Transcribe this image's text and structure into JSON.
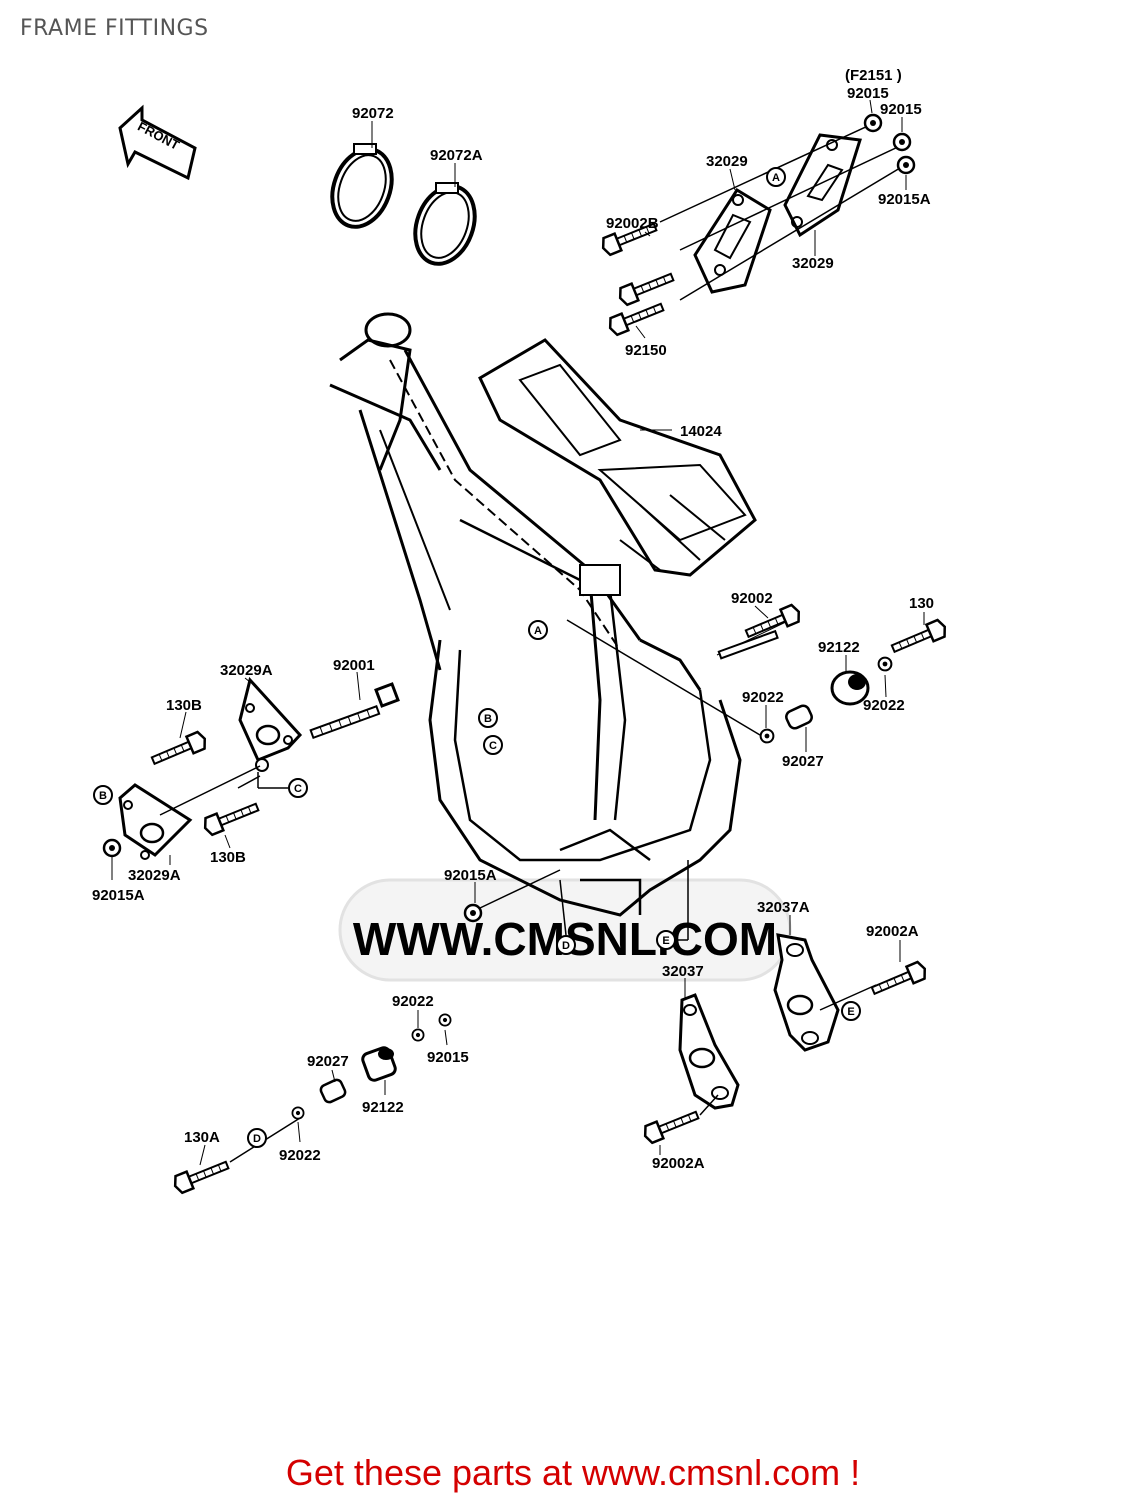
{
  "page": {
    "title": "FRAME FITTINGS",
    "footer": "Get these parts at www.cmsnl.com !"
  },
  "diagram": {
    "ref_code": "(F2151 )",
    "front_arrow": "FRONT",
    "watermark": "WWW.CMSNL.COM",
    "markers": {
      "a": "A",
      "b": "B",
      "c": "C",
      "d": "D",
      "e": "E"
    },
    "parts": {
      "p92072": "92072",
      "p92072a": "92072A",
      "p92015_1": "92015",
      "p92015_2": "92015",
      "p92015a_top": "92015A",
      "p32029_1": "32029",
      "p32029_2": "32029",
      "p92002b": "92002B",
      "p92150": "92150",
      "p14024": "14024",
      "p92002": "92002",
      "p130": "130",
      "p92122_r": "92122",
      "p92022_r1": "92022",
      "p92022_r2": "92022",
      "p92027_r": "92027",
      "p32029a_1": "32029A",
      "p92001": "92001",
      "p130b_1": "130B",
      "p130b_2": "130B",
      "p32029a_2": "32029A",
      "p92015a_l": "92015A",
      "p92015a_c": "92015A",
      "p32037a": "32037A",
      "p92002a_1": "92002A",
      "p32037": "32037",
      "p92002a_2": "92002A",
      "p92022_b1": "92022",
      "p92015_b": "92015",
      "p92027_b": "92027",
      "p92122_b": "92122",
      "p130a": "130A",
      "p92022_b2": "92022"
    }
  }
}
